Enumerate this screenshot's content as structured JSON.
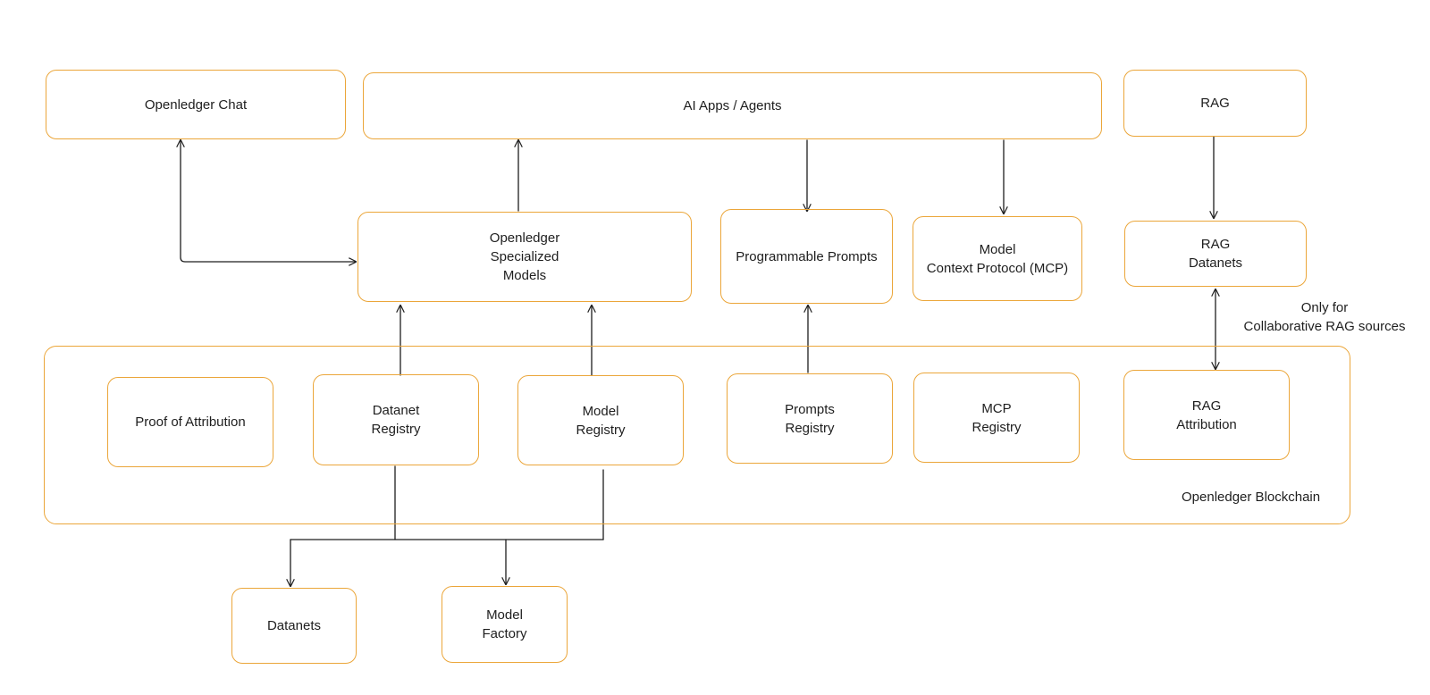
{
  "colors": {
    "box_stroke": "#eba63a",
    "arrow_stroke": "#1e1e1e",
    "text": "#1e1e1e",
    "background": "#ffffff"
  },
  "nodes": {
    "openledger_chat": "Openledger Chat",
    "ai_apps_agents": "AI Apps / Agents",
    "rag": "RAG",
    "specialized_models": "Openledger\nSpecialized\nModels",
    "programmable_prompts": "Programmable Prompts",
    "mcp": "Model\nContext Protocol (MCP)",
    "rag_datanets": "RAG\nDatanets",
    "proof_of_attribution": "Proof of Attribution",
    "datanet_registry": "Datanet\nRegistry",
    "model_registry": "Model\nRegistry",
    "prompts_registry": "Prompts\nRegistry",
    "mcp_registry": "MCP\nRegistry",
    "rag_attribution": "RAG\nAttribution",
    "datanets": "Datanets",
    "model_factory": "Model\nFactory"
  },
  "labels": {
    "blockchain": "Openledger Blockchain",
    "collaborative_note": "Only for\nCollaborative RAG sources"
  }
}
